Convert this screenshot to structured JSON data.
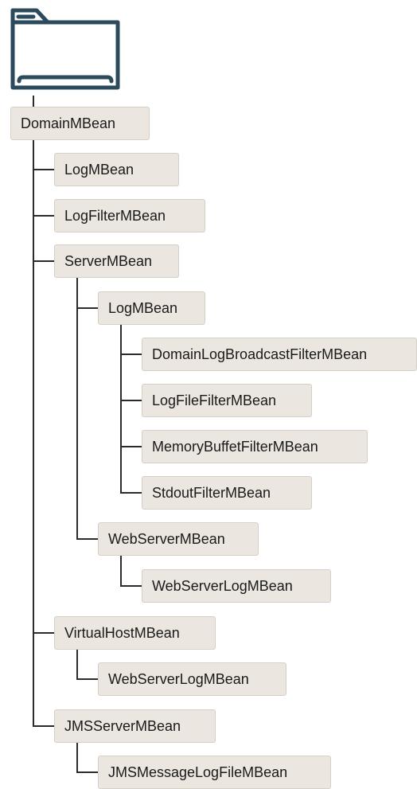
{
  "icon": "folder-icon",
  "colors": {
    "icon": "#2b4b5d",
    "node_fill": "#ebe6df",
    "node_border": "#d6cfc5",
    "line": "#2b2b2b"
  },
  "tree": {
    "root": "DomainMBean",
    "domain_children": [
      "LogMBean",
      "LogFilterMBean",
      "ServerMBean",
      "VirtualHostMBean",
      "JMSServerMBean"
    ],
    "server_children": [
      "LogMBean",
      "WebServerMBean"
    ],
    "server_log_children": [
      "DomainLogBroadcastFilterMBean",
      "LogFileFilterMBean",
      "MemoryBuffetFilterMBean",
      "StdoutFilterMBean"
    ],
    "webserver_children": [
      "WebServerLogMBean"
    ],
    "virtualhost_children": [
      "WebServerLogMBean"
    ],
    "jmsserver_children": [
      "JMSMessageLogFileMBean"
    ]
  }
}
